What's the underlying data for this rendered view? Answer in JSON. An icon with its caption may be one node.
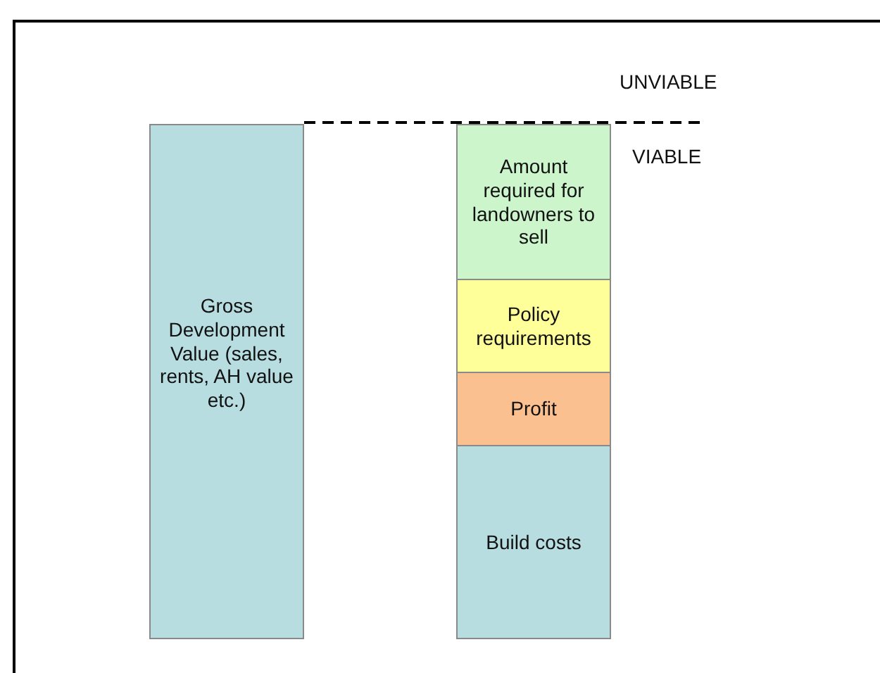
{
  "diagram": {
    "nodes": [
      {
        "text": [
          "Gross Development Value (sales, rents, AH value etc.)"
        ]
      },
      {
        "text": [
          "Amount required for landowners to sell"
        ]
      },
      {
        "text": [
          "Policy requirements"
        ]
      },
      {
        "text": [
          "Profit"
        ]
      },
      {
        "text": [
          "Build costs"
        ]
      }
    ],
    "labels": [
      "UNVIABLE",
      "VIABLE"
    ]
  }
}
